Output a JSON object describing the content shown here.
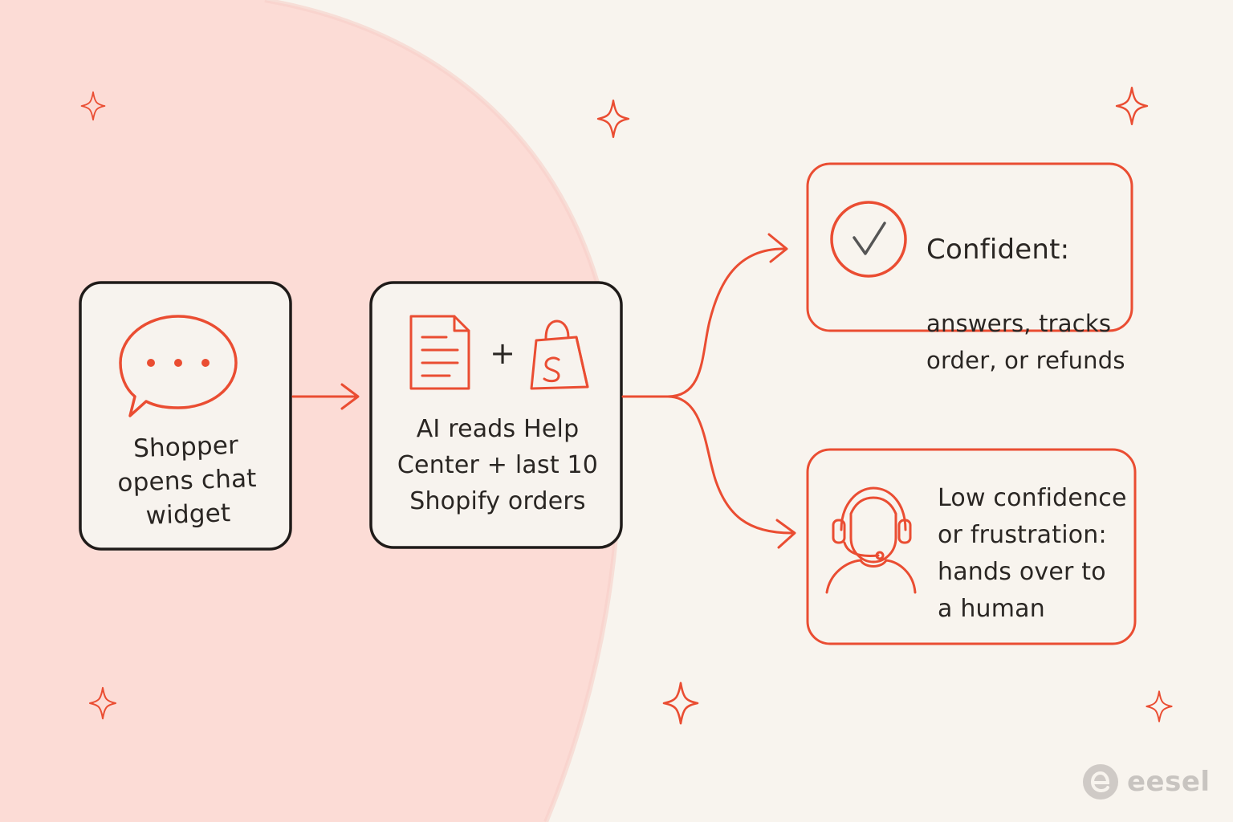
{
  "colors": {
    "background": "#f8f4ee",
    "blob": "#fcdcd6",
    "accent": "#ea4d32",
    "ink": "#2a2623",
    "check": "#555555",
    "brand_gray": "#c8c4c0"
  },
  "nodes": {
    "shopper": {
      "icon": "chat-bubble-icon",
      "label": "Shopper\nopens chat\nwidget"
    },
    "ai": {
      "icons": [
        "document-icon",
        "shopify-bag-icon"
      ],
      "plus": "+",
      "label": "AI reads Help\nCenter + last 10\nShopify orders"
    },
    "confident": {
      "icon": "checkmark-circle-icon",
      "title": "Confident:",
      "label": "answers, tracks\norder, or refunds"
    },
    "low_confidence": {
      "icon": "support-agent-headset-icon",
      "label": "Low confidence\nor frustration:\nhands over to\na human"
    }
  },
  "decorations": {
    "sparkle_icon": "sparkle-icon",
    "sparkle_count": 6
  },
  "brand": {
    "logo_icon": "eesel-logo-icon",
    "name": "eesel"
  }
}
